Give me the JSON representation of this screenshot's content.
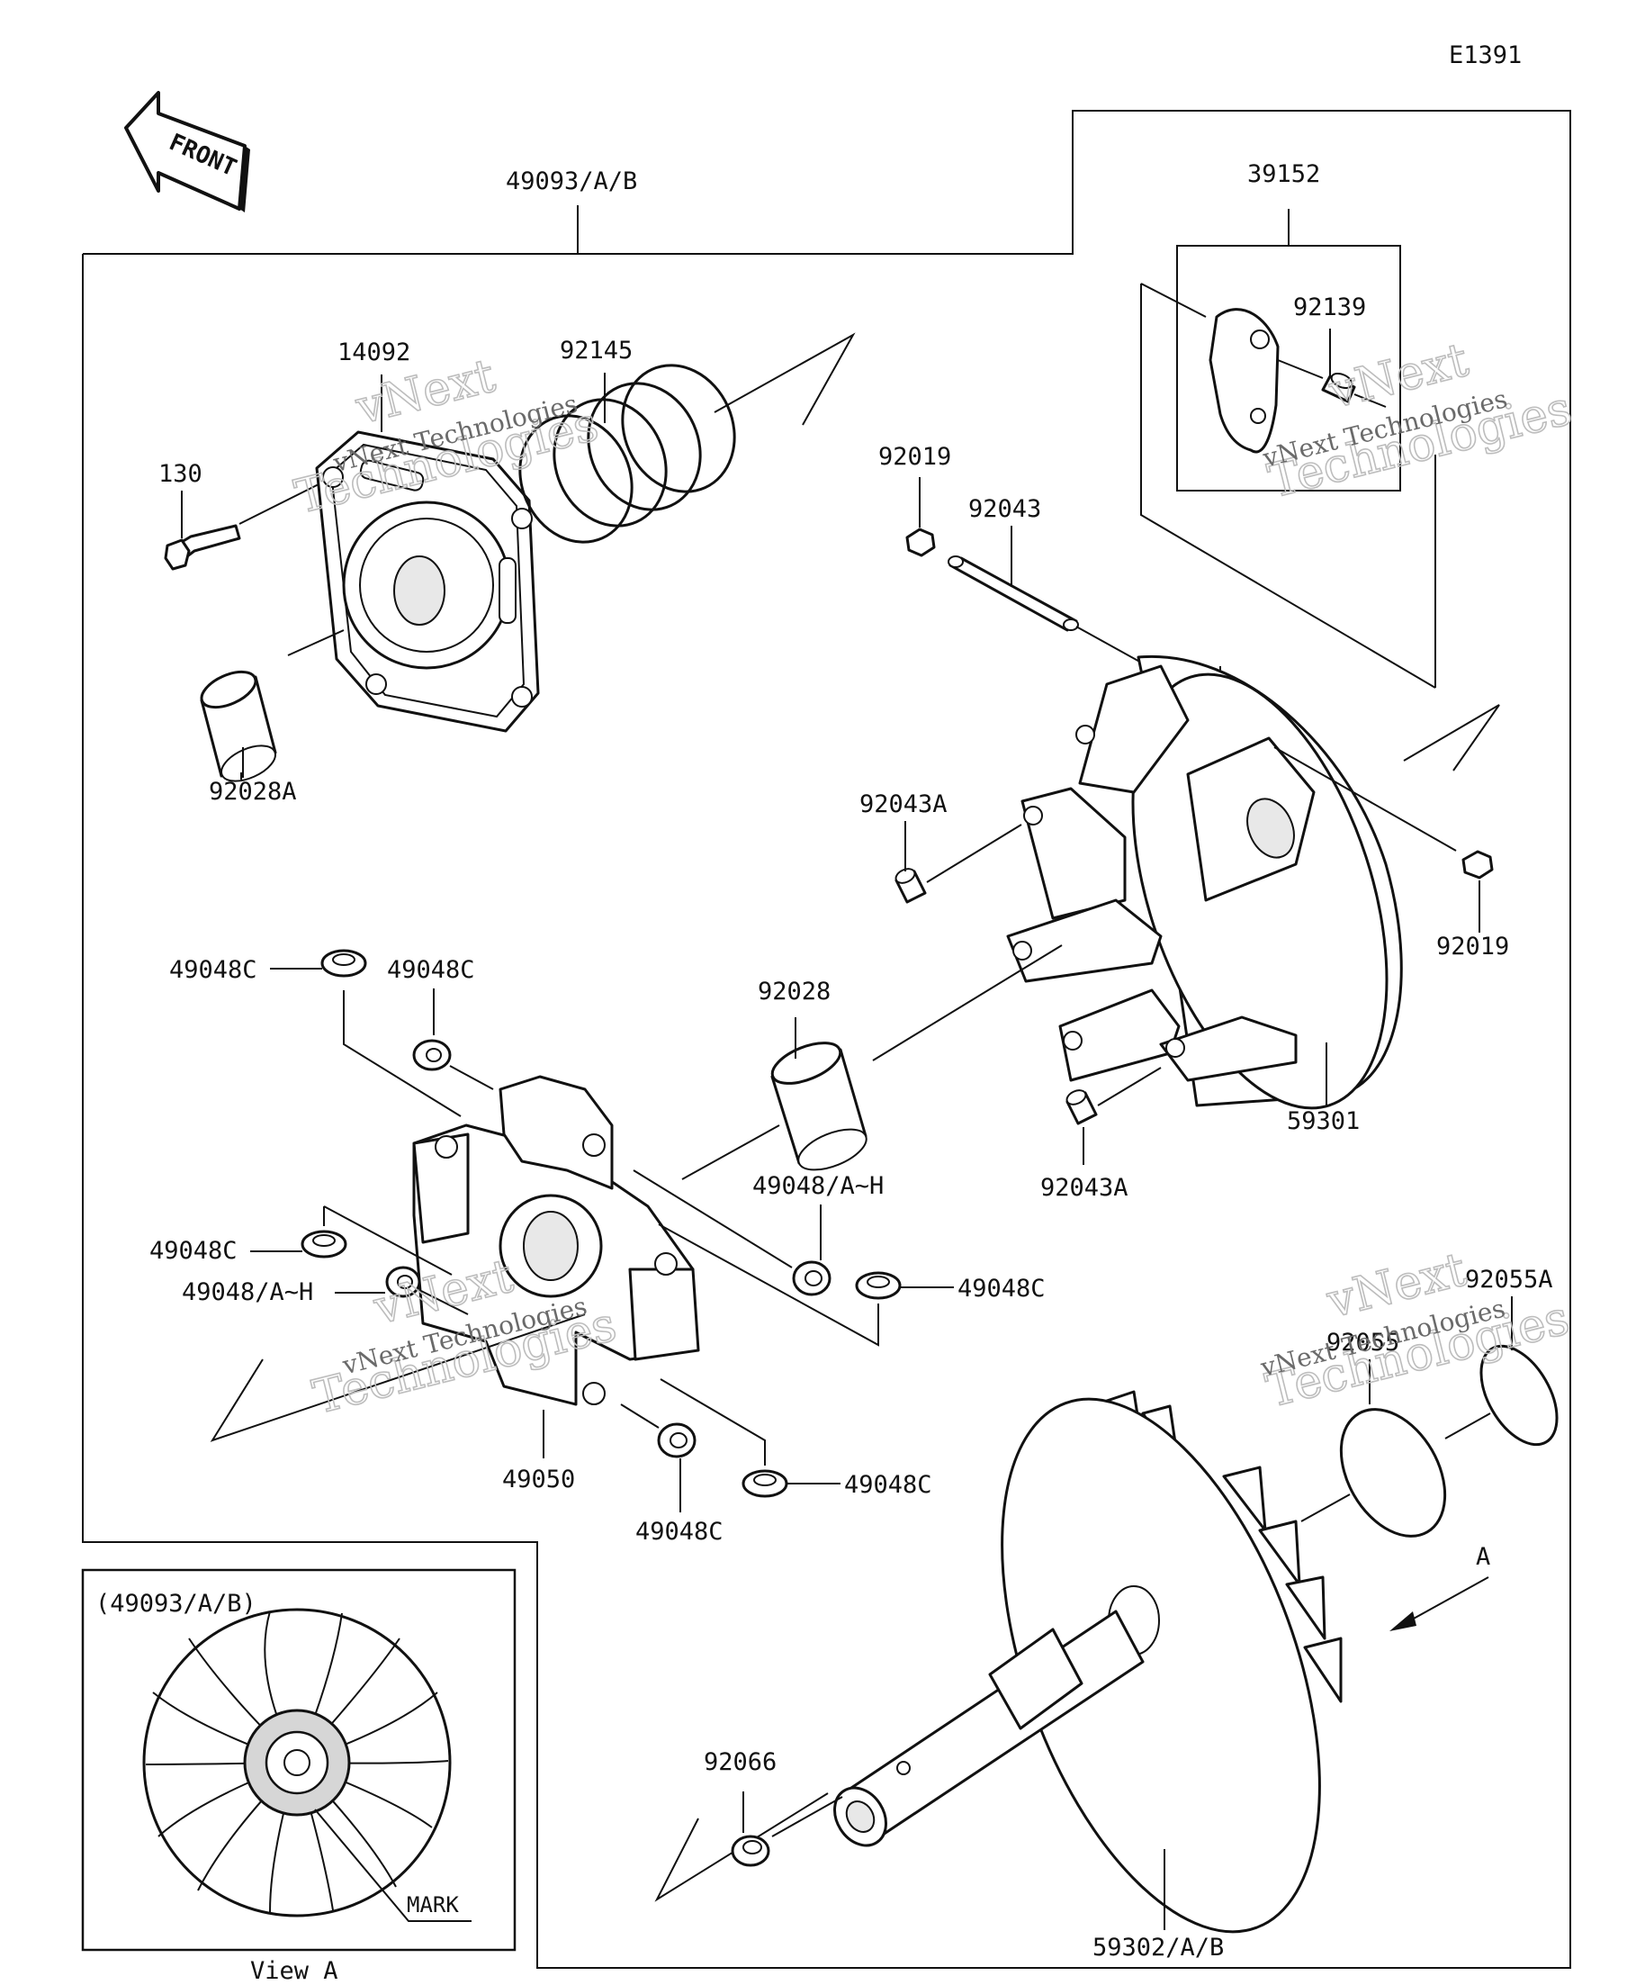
{
  "diagram_code": "E1391",
  "front_arrow_label": "FRONT",
  "labels": {
    "assembly": "49093/A/B",
    "bolt": "130",
    "cover": "14092",
    "spring": "92145",
    "bushing_cover": "92028A",
    "weight_kit": "39152",
    "weight_pin": "92139",
    "nut_top": "92019",
    "shaft_pin": "92043",
    "pin_upper": "92043A",
    "nut_right": "92019",
    "bushing_center": "92028",
    "sheave_movable": "59301",
    "pin_lower": "92043A",
    "shoe_a": "49048C",
    "shoe_b": "49048C",
    "shoe_c": "49048C",
    "shoe_d": "49048/A~H",
    "shoe_e": "49048/A~H",
    "shoe_f": "49048C",
    "shoe_g": "49048C",
    "shoe_h": "49048C",
    "spider": "49050",
    "oring_1": "92055",
    "oring_2": "92055A",
    "sheave_fixed": "59302/A/B",
    "cap": "92066",
    "view_a_arrow": "A"
  },
  "inset": {
    "title": "(49093/A/B)",
    "mark_label": "MARK",
    "caption": "View A"
  },
  "watermark": {
    "line1": "vNext",
    "line2": "Technologies",
    "inline": "vNext Technologies"
  }
}
